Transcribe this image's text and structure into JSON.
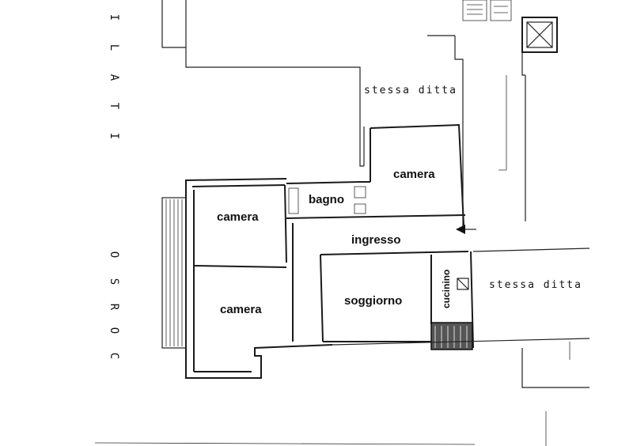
{
  "plan": {
    "street": {
      "letters": [
        "C",
        "O",
        "R",
        "S",
        "O",
        "I",
        "T",
        "A",
        "L",
        "I"
      ]
    },
    "neighbor_labels": {
      "top": "stessa ditta",
      "right": "stessa ditta"
    },
    "rooms": {
      "camera_top_right": "camera",
      "bagno": "bagno",
      "camera_left_upper": "camera",
      "ingresso": "ingresso",
      "soggiorno": "soggiorno",
      "cucinino": "cucinino",
      "camera_left_lower": "camera"
    }
  }
}
